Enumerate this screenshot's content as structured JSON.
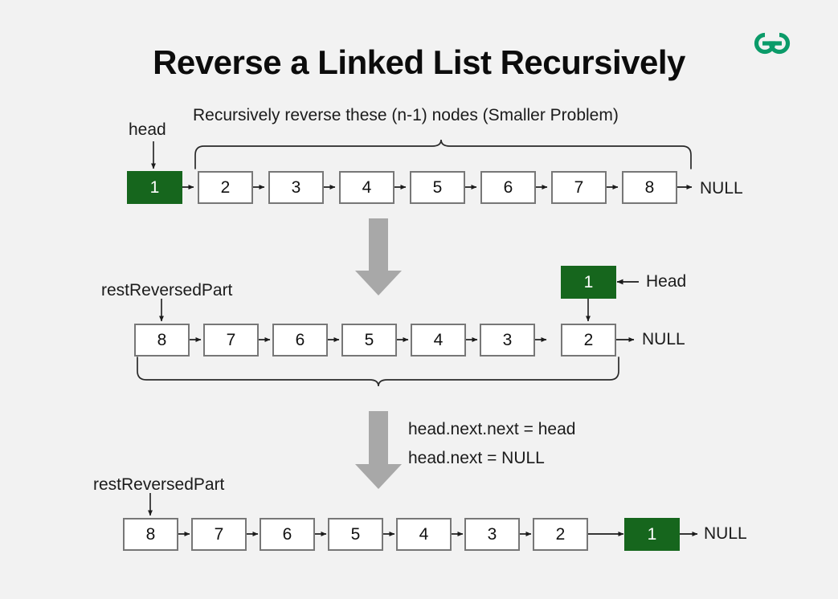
{
  "page": {
    "title": "Reverse a Linked List Recursively",
    "background_color": "#f2f2f2",
    "accent_green": "#16661d",
    "node_border_color": "#777777",
    "arrow_gray": "#a8a8a8",
    "logo_name": "geeksforgeeks-logo"
  },
  "row1": {
    "caption": "Recursively reverse these (n-1) nodes (Smaller Problem)",
    "head_label": "head",
    "null_label": "NULL",
    "nodes": [
      {
        "value": "1",
        "highlight": true
      },
      {
        "value": "2",
        "highlight": false
      },
      {
        "value": "3",
        "highlight": false
      },
      {
        "value": "4",
        "highlight": false
      },
      {
        "value": "5",
        "highlight": false
      },
      {
        "value": "6",
        "highlight": false
      },
      {
        "value": "7",
        "highlight": false
      },
      {
        "value": "8",
        "highlight": false
      }
    ]
  },
  "row_middle": {
    "rest_label": "restReversedPart",
    "head_label": "Head",
    "null_label": "NULL",
    "floating_node": {
      "value": "1",
      "highlight": true
    },
    "nodes": [
      {
        "value": "8",
        "highlight": false
      },
      {
        "value": "7",
        "highlight": false
      },
      {
        "value": "6",
        "highlight": false
      },
      {
        "value": "5",
        "highlight": false
      },
      {
        "value": "4",
        "highlight": false
      },
      {
        "value": "3",
        "highlight": false
      },
      {
        "value": "2",
        "highlight": false
      }
    ]
  },
  "code": {
    "line1": "head.next.next = head",
    "line2": "head.next = NULL"
  },
  "row_bottom": {
    "rest_label": "restReversedPart",
    "null_label": "NULL",
    "nodes": [
      {
        "value": "8",
        "highlight": false
      },
      {
        "value": "7",
        "highlight": false
      },
      {
        "value": "6",
        "highlight": false
      },
      {
        "value": "5",
        "highlight": false
      },
      {
        "value": "4",
        "highlight": false
      },
      {
        "value": "3",
        "highlight": false
      },
      {
        "value": "2",
        "highlight": false
      },
      {
        "value": "1",
        "highlight": true
      }
    ]
  }
}
